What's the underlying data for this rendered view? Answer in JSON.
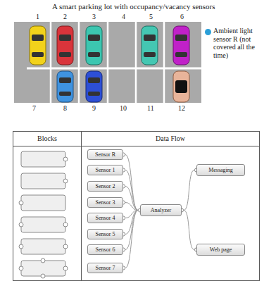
{
  "diagram": {
    "title": "A smart parking lot with occupancy/vacancy sensors",
    "nodes": [
      {
        "text": [
          "Sensor R"
        ]
      },
      {
        "text": [
          "Sensor 1"
        ]
      },
      {
        "text": [
          "Sensor 2"
        ]
      },
      {
        "text": [
          "Sensor 3"
        ]
      },
      {
        "text": [
          "Sensor 4"
        ]
      },
      {
        "text": [
          "Sensor 5"
        ]
      },
      {
        "text": [
          "Sensor 6"
        ]
      },
      {
        "text": [
          "Sensor 7"
        ]
      },
      {
        "text": [
          "Analyzer"
        ]
      },
      {
        "text": [
          "Messaging"
        ]
      },
      {
        "text": [
          "Web page"
        ]
      }
    ],
    "edges": [
      {
        "from": 0,
        "to": 8,
        "arrow": "none"
      },
      {
        "from": 1,
        "to": 8,
        "arrow": "none"
      },
      {
        "from": 2,
        "to": 8,
        "arrow": "none"
      },
      {
        "from": 3,
        "to": 8,
        "arrow": "none"
      },
      {
        "from": 4,
        "to": 8,
        "arrow": "none"
      },
      {
        "from": 5,
        "to": 8,
        "arrow": "none"
      },
      {
        "from": 6,
        "to": 8,
        "arrow": "none"
      },
      {
        "from": 7,
        "to": 8,
        "arrow": "none"
      },
      {
        "from": 8,
        "to": 9,
        "arrow": "none"
      },
      {
        "from": 8,
        "to": 10,
        "arrow": "none"
      }
    ],
    "labels": [
      "1",
      "2",
      "3",
      "4",
      "5",
      "6",
      "7",
      "8",
      "9",
      "10",
      "11",
      "12",
      "Blocks",
      "Data Flow"
    ],
    "legend": [
      {
        "text": "Ambient light sensor R (not covered all the time)",
        "color": "#2a9fd8"
      }
    ]
  }
}
